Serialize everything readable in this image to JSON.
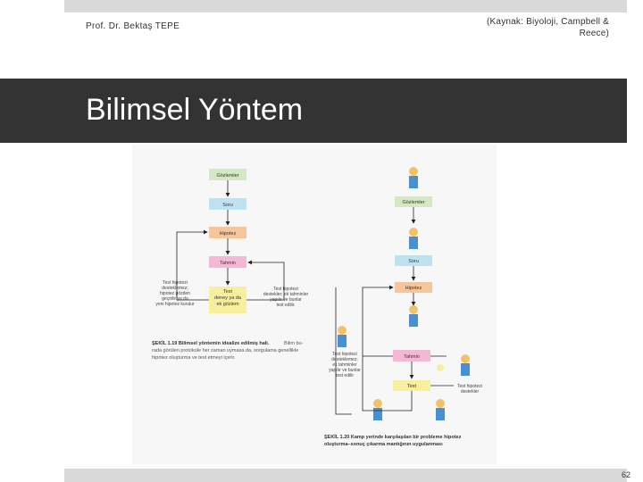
{
  "header": {
    "author": "Prof. Dr. Bektaş TEPE",
    "source": "(Kaynak: Biyoloji, Campbell & Reece)"
  },
  "slide": {
    "title": "Bilimsel Yöntem",
    "page_number": "62"
  },
  "figure_left": {
    "boxes": {
      "observations": "Gözlemler",
      "question": "Soru",
      "hypothesis": "Hipotez",
      "prediction": "Tahmin",
      "test": [
        "Test",
        "deney ya da",
        "ek gözlem"
      ]
    },
    "note_left": [
      "Test hipotezi",
      "desteklemez;",
      "hipotez gözden",
      "geçirilir ya da",
      "yeni hipotez kurulur"
    ],
    "note_right": [
      "Test hipotezi",
      "destekler; ek tahminler",
      "yapılır ve bunlar",
      "test edilir."
    ],
    "caption_bold": "ŞEKİL 1.19  Bilimsel yöntemin idealize edilmiş hali.",
    "caption_text": [
      "Bilim bu-",
      "rada görülen protokole her zaman uymasa da, sorgulama genellikle",
      "hipotez oluşturma ve test etmeyi içerir."
    ]
  },
  "figure_right": {
    "boxes": {
      "observations": "Gözlemler",
      "question": "Soru",
      "hypothesis": "Hipotez",
      "prediction": "Tahmin",
      "test": "Test"
    },
    "note_left": [
      "Test hipotezi",
      "desteklemez;",
      "ek tahminler",
      "yapılır ve bunlar",
      "test edilir"
    ],
    "note_right": [
      "Test hipotezi",
      "destekler"
    ],
    "caption": [
      "ŞEKİL 1.20  Kamp yerinde karşılaşılan bir probleme hipotez",
      "oluşturma–sonuç çıkarma mantığının uygulanması"
    ]
  },
  "colors": {
    "dark_band": "#333333",
    "gray_bar": "#d9d9d9",
    "observations": "#d4e8c4",
    "question": "#bfe2f3",
    "hypothesis": "#f6c59a",
    "prediction": "#f4b8d4",
    "test": "#f7ef9e"
  }
}
